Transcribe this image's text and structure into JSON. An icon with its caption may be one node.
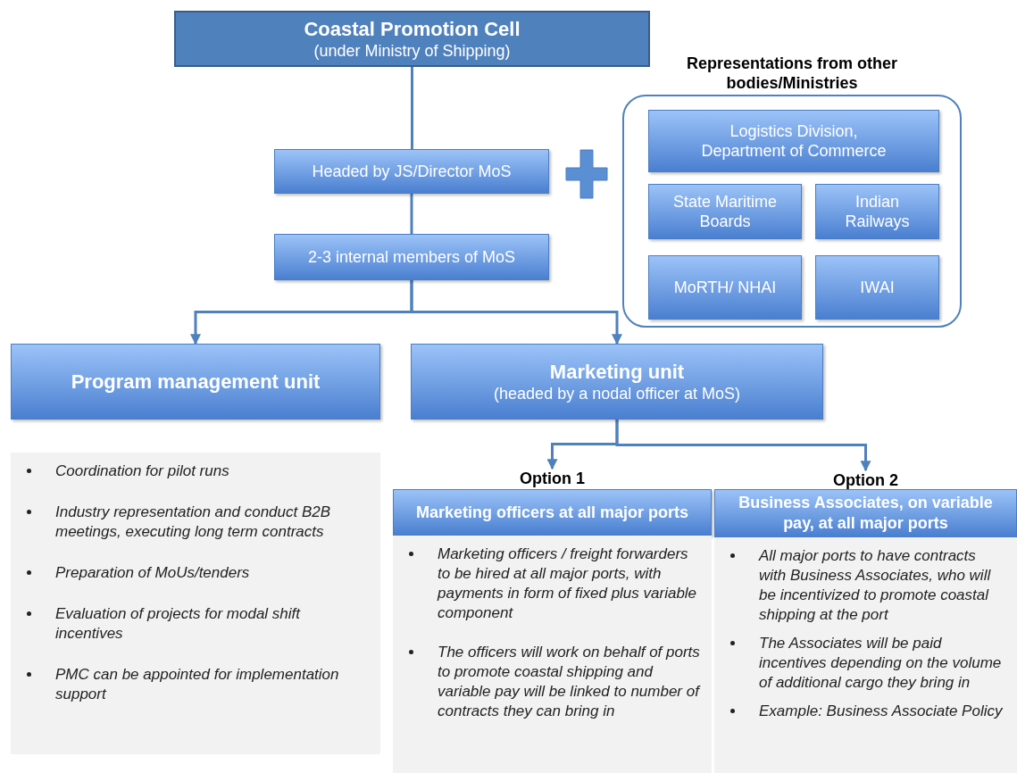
{
  "diagram": {
    "nodes": [
      {
        "text": [
          "Coastal Promotion Cell",
          "(under Ministry of Shipping)"
        ]
      },
      {
        "text": [
          "Headed by JS/Director MoS"
        ]
      },
      {
        "text": [
          "2-3 internal members of MoS"
        ]
      },
      {
        "text": [
          "Representations from other bodies/Ministries"
        ]
      },
      {
        "text": [
          "Logistics Division, Department of Commerce"
        ],
        "in": 3
      },
      {
        "text": [
          "State Maritime Boards"
        ],
        "in": 3
      },
      {
        "text": [
          "Indian Railways"
        ],
        "in": 3
      },
      {
        "text": [
          "MoRTH/ NHAI"
        ],
        "in": 3
      },
      {
        "text": [
          "IWAI"
        ],
        "in": 3
      },
      {
        "text": [
          "Program management unit"
        ]
      },
      {
        "text": [
          "Marketing unit",
          "(headed by a nodal officer at MoS)"
        ]
      },
      {
        "text": [
          "Coordination for pilot runs",
          "Industry representation and conduct B2B meetings, executing long term contracts",
          "Preparation of MoUs/tenders",
          "Evaluation of projects for modal shift incentives",
          "PMC can be appointed for implementation support"
        ]
      },
      {
        "text": [
          "Option 1",
          "Marketing officers at all major ports"
        ]
      },
      {
        "text": [
          "Marketing officers / freight forwarders to be hired at all major ports, with payments in form of fixed plus variable component",
          "The officers will work on behalf of ports to promote coastal shipping and variable pay will be linked to number of contracts they can bring in"
        ]
      },
      {
        "text": [
          "Option 2",
          "Business Associates, on variable pay, at all major ports"
        ]
      },
      {
        "text": [
          "All major ports to have contracts with Business Associates, who will be incentivized to promote coastal shipping at the port",
          "The Associates will be paid incentives depending on the volume of  additional cargo they bring in",
          "Example: Business Associate Policy"
        ]
      }
    ],
    "edges": [
      {
        "from": 0,
        "to": 1,
        "arrow": "none"
      },
      {
        "from": 1,
        "to": 2,
        "arrow": "none"
      },
      {
        "from": 2,
        "to": 9,
        "arrow": "to"
      },
      {
        "from": 2,
        "to": 10,
        "arrow": "to"
      },
      {
        "from": 10,
        "to": 12,
        "arrow": "to"
      },
      {
        "from": 10,
        "to": 14,
        "arrow": "to"
      }
    ]
  }
}
